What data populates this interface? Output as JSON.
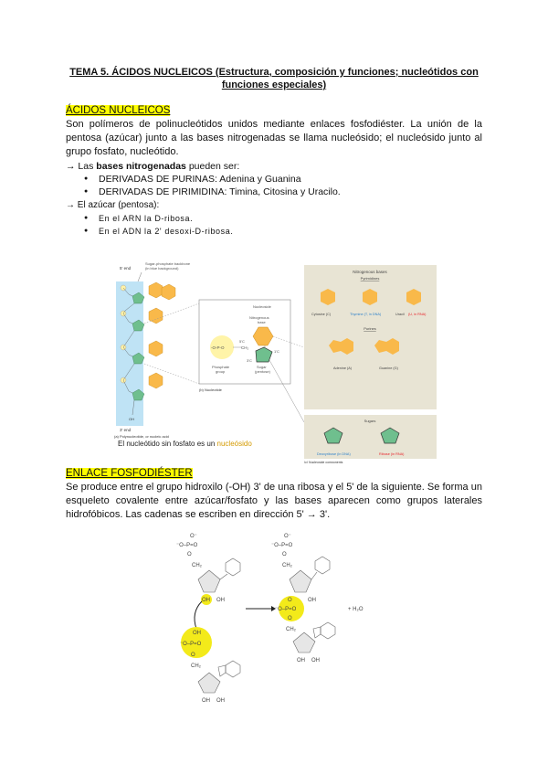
{
  "document": {
    "title": "TEMA 5. ÁCIDOS NUCLEICOS (Estructura, composición y funciones; nucleótidos con funciones especiales)",
    "highlight_color": "#ffff00"
  },
  "section1": {
    "heading": "ÁCIDOS NUCLEICOS",
    "paragraph": "Son polímeros de polinucleótidos unidos mediante enlaces fosfodiéster. La unión de la pentosa (azúcar)  junto a las bases nitrogenadas se llama nucleósido; el nucleósido junto al grupo fosfato, nucleótido.",
    "bases_intro": {
      "arrow": "→",
      "prefix": "Las ",
      "bold": "bases nitrogenadas",
      "suffix": " pueden ser:"
    },
    "bases_items": [
      "DERIVADAS DE PURINAS: Adenina y Guanina",
      "DERIVADAS DE PIRIMIDINA: Timina, Citosina y Uracilo."
    ],
    "sugar_intro": "→ El azúcar (pentosa):",
    "sugar_items": [
      "En el ARN la D-ribosa.",
      "En el ADN la 2' desoxi-D-ribosa."
    ]
  },
  "figure1": {
    "five_end": "5' end",
    "three_end": "3' end",
    "backbone_label_1": "Sugar-phosphate backbone",
    "backbone_label_2": "(in blue background)",
    "caption_a": "(a) Polynucleotide, or nucleic acid",
    "nucleoside_label": "Nucleoside",
    "nitrogenous_base_label_1": "Nitrogenous",
    "nitrogenous_base_label_2": "base",
    "phosphate_label_1": "Phosphate",
    "phosphate_label_2": "group",
    "sugar_label_1": "Sugar",
    "sugar_label_2": "(pentose)",
    "five_c": "5'C",
    "three_c": "3'C",
    "one_c": "1'C",
    "caption_b": "(b) Nucleotide",
    "bases_panel": {
      "title": "Nitrogenous bases",
      "pyrimidines": "Pyrimidines",
      "cytosine": "Cytosine (C)",
      "thymine": "Thymine (T, in DNA)",
      "uracil_a": "Uracil ",
      "uracil_b": "(U, in RNA)",
      "purines": "Purines",
      "adenine": "Adenine (A)",
      "guanine": "Guanine (G)"
    },
    "sugars_panel": {
      "title": "Sugars",
      "deoxyribose": "Deoxyribose (in DNA)",
      "ribose": "Ribose (in RNA)"
    },
    "caption_c": "(c) Nucleoside components",
    "slogan_prefix": "El nucleótido sin fosfato es un ",
    "slogan_highlight": "nucleósido",
    "colors": {
      "backbone_blue": "#bfe3f5",
      "base_orange": "#f9b94a",
      "sugar_green": "#6fbf8e",
      "panel_beige": "#e8e4d4",
      "phosphate_yellow": "#fff4a8",
      "slogan_gold": "#d49a00",
      "dna_blue": "#2a7fc9",
      "rna_red": "#e8232a"
    }
  },
  "section2": {
    "heading": "ENLACE FOSFODIÉSTER",
    "paragraph": "Se produce entre el grupo hidroxilo (-OH) 3' de una ribosa y el 5' de la siguiente.  Se forma un esqueleto covalente entre azúcar/fosfato y las bases aparecen como grupos laterales hidrofóbicos. Las cadenas se escriben en dirección 5' → 3'."
  },
  "figure2": {
    "o_minus": "O⁻",
    "phosphate_top": "⁻O–P=O",
    "ch2": "CH₂",
    "ring_o": "O",
    "oh": "OH",
    "o": "O",
    "plus_water": "+ H₂O",
    "colors": {
      "highlight": "#f3ea1a",
      "ring_fill": "#e6e6e6",
      "line": "#555555"
    }
  }
}
